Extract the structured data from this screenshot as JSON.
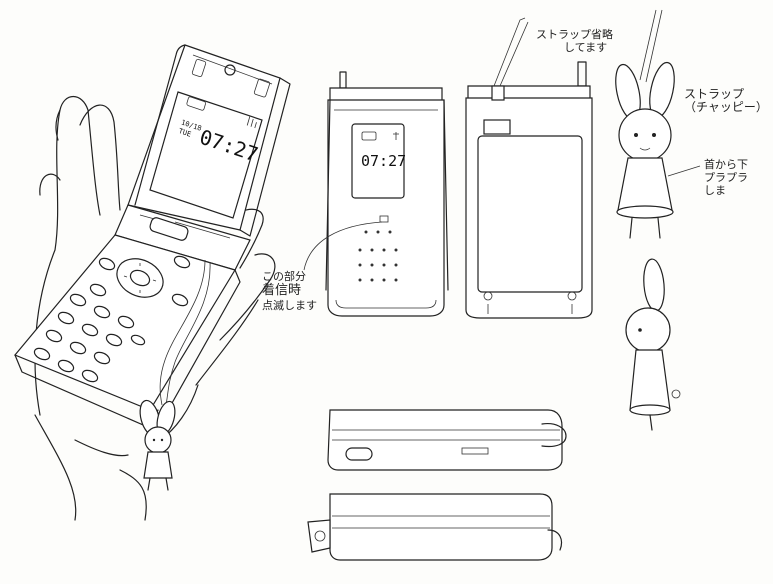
{
  "colors": {
    "ink": "#222222",
    "paper": "#fdfdfb"
  },
  "screen": {
    "date_line1": "10/18",
    "date_line2": "TUE",
    "time": "07:27",
    "battery_label": "battery-icon",
    "signal_label": "signal-icon"
  },
  "annotations": {
    "strap_omit_line1": "ストラップ省略",
    "strap_omit_line2": "してます",
    "strap_name_line1": "ストラップ",
    "strap_name_line2": "（チャッピー）",
    "neck_line1": "首から下",
    "neck_line2": "プラプラ",
    "neck_line3": "しま",
    "blink_line1": "この部分",
    "blink_line2": "着信時",
    "blink_line3": "点滅します"
  }
}
